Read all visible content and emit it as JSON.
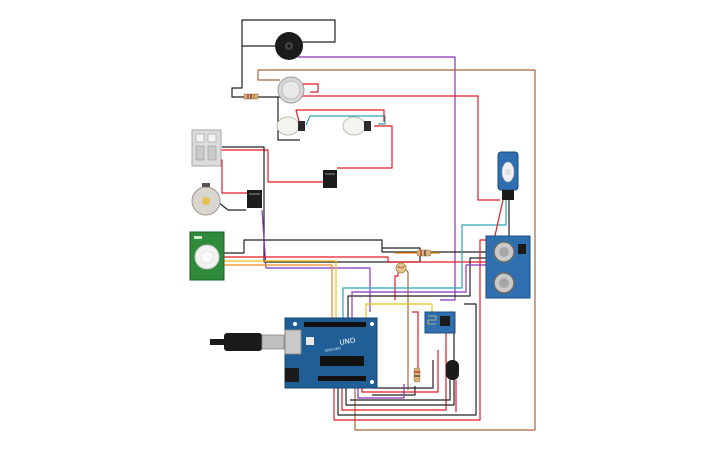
{
  "circuit": {
    "board_brand": "ARDUINO",
    "board_model": "UNO",
    "colors": {
      "board": "#1f5f95",
      "board_dark": "#16466f",
      "red": "#e01b24",
      "black": "#222222",
      "purple": "#8a35b5",
      "brown": "#a4683c",
      "teal": "#2aa3b8",
      "yellow": "#e8c31a",
      "orange": "#f08a1c",
      "pir_green": "#2f8a3a",
      "sensor_blue": "#2f6fb0"
    },
    "components": [
      "piezo-buzzer",
      "gas-sensor",
      "light-bulb-left",
      "light-bulb-right",
      "relay-module",
      "dc-motor",
      "pir-sensor",
      "relay-switch-top",
      "relay-switch-bottom",
      "servo-motor",
      "ultrasonic-sensor",
      "photoresistor",
      "wifi-module",
      "temperature-sensor",
      "arduino-uno",
      "usb-cable"
    ]
  }
}
